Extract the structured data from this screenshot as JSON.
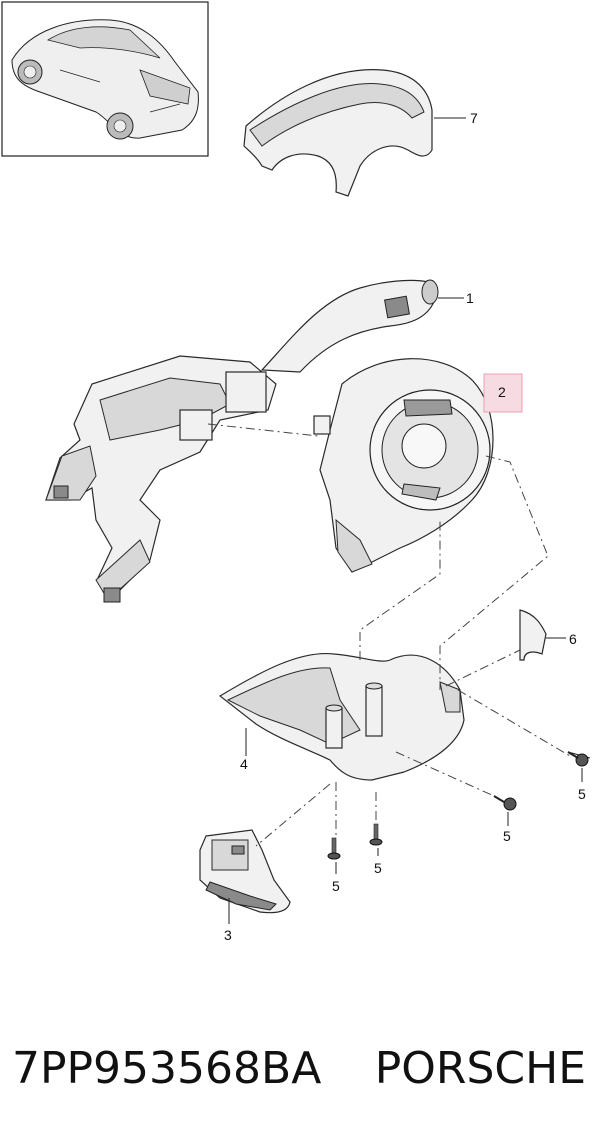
{
  "callouts": {
    "part_1": "1",
    "part_2": "2",
    "part_3": "3",
    "part_4": "4",
    "part_5a": "5",
    "part_5b": "5",
    "part_5c": "5",
    "part_5d": "5",
    "part_6": "6",
    "part_7": "7"
  },
  "highlight_color": "#f7dbe3",
  "footer": {
    "part_number": "7PP953568BA",
    "brand": "PORSCHE"
  }
}
